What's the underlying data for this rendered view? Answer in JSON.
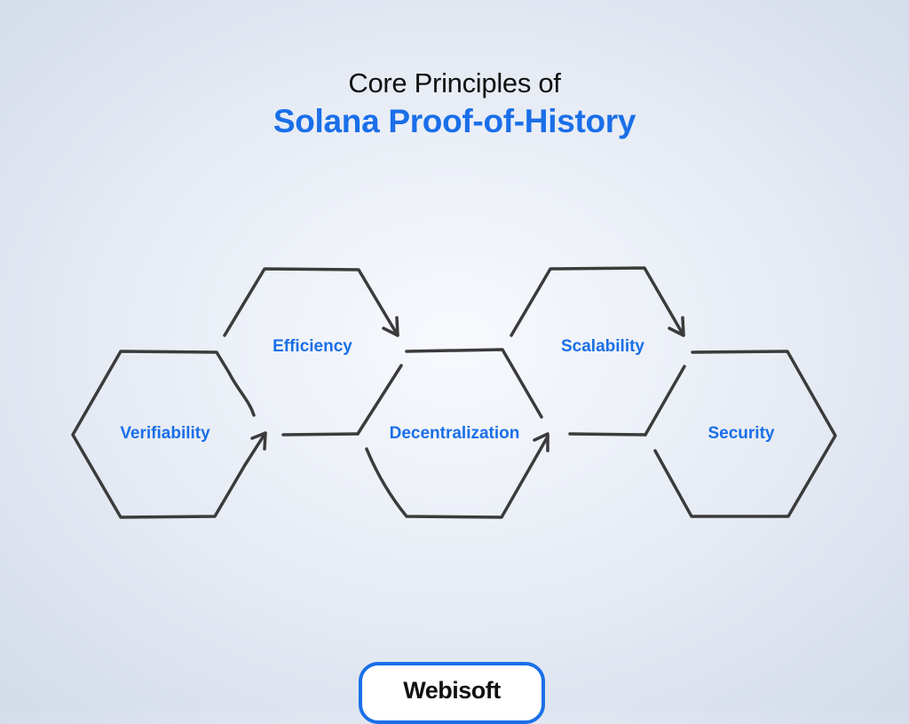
{
  "title": {
    "line1": "Core Principles of",
    "line2": "Solana Proof-of-History"
  },
  "nodes": [
    {
      "id": "verifiability",
      "label": "Verifiability"
    },
    {
      "id": "efficiency",
      "label": "Efficiency"
    },
    {
      "id": "decentralization",
      "label": "Decentralization"
    },
    {
      "id": "scalability",
      "label": "Scalability"
    },
    {
      "id": "security",
      "label": "Security"
    }
  ],
  "logo": {
    "text": "Webisoft"
  },
  "colors": {
    "accent": "#1a6fe8",
    "stroke": "#3b3b3b",
    "text_dark": "#111111"
  }
}
